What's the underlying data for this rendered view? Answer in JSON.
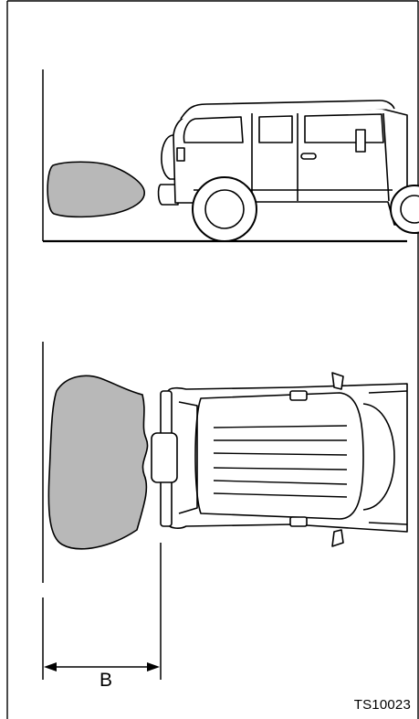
{
  "figure": {
    "dimension_label": "B",
    "figure_code": "TS10023",
    "colors": {
      "obstacle_fill": "#b8b8b8",
      "line": "#000000",
      "background": "#ffffff"
    },
    "icons": [
      "obstacle-side-shape",
      "vehicle-side-view",
      "obstacle-top-shape",
      "vehicle-top-view",
      "dimension-arrow"
    ]
  }
}
